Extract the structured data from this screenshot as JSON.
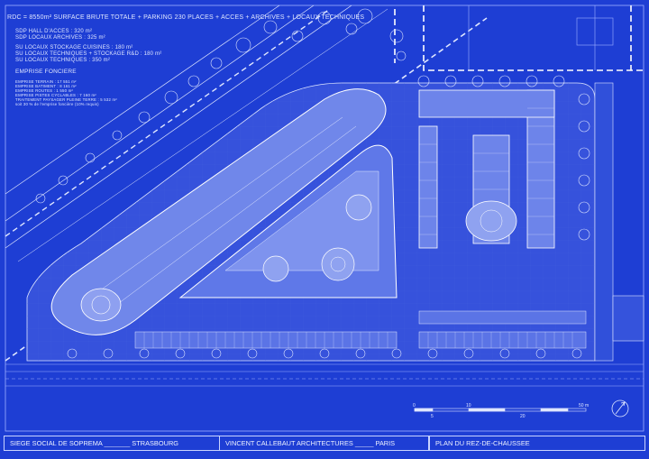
{
  "header": {
    "title": "RDC = 8550m² SURFACE BRUTE TOTALE + PARKING 230 PLACES + ACCES + ARCHIVES + LOCAUX TECHNIQUES",
    "lines": [
      "SDP HALL D'ACCES : 320 m²",
      "SDP LOCAUX ARCHIVES : 325 m²",
      "SU LOCAUX STOCKAGE CUISINES : 180 m²",
      "SU LOCAUX TECHNIQUES + STOCKAGE R&D : 180 m²",
      "SU LOCAUX TECHNIQUES : 350 m²"
    ],
    "emprise_title": "EMPRISE FONCIERE",
    "emprise_lines": [
      "EMPRISE TERRAIN : 17 551 m²",
      "EMPRISE BATIMENT : 8 161 m²",
      "EMPRISE ROUTES : 1 550 m²",
      "EMPRISE PISTES CYCLABLES : 7 160 m²",
      "TRAITEMENT PAYSAGER PLEINE TERRE : 5 532 m²",
      "soit 30 % de l'emprise foncière (10% requis)"
    ]
  },
  "footer": {
    "project": "SIEGE SOCIAL DE SOPREMA _______ STRASBOURG",
    "architect": "VINCENT CALLEBAUT ARCHITECTURES _____ PARIS",
    "plan": "PLAN DU REZ-DE-CHAUSSEE"
  },
  "scale": {
    "labels_top": [
      "0",
      "10",
      "50 m"
    ],
    "labels_bottom": [
      "5",
      "20"
    ]
  },
  "colors": {
    "background": "#1e3ed4",
    "line": "#dfe6ff",
    "fill_light": "#6f86ea"
  },
  "icons": {
    "north": "north-arrow-icon"
  }
}
